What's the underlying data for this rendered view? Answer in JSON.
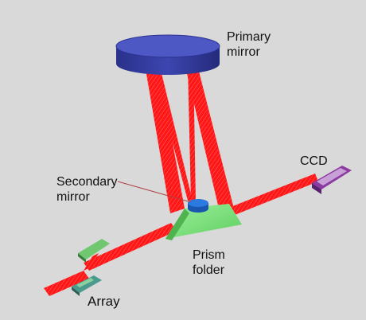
{
  "labels": {
    "primary_mirror": "Primary\nmirror",
    "ccd": "CCD",
    "secondary_mirror": "Secondary\nmirror",
    "prism_folder": "Prism\nfolder",
    "array": "Array"
  },
  "colors": {
    "background": "#d9d9d9",
    "beam": "#ff1a1a",
    "primary_mirror": "#3f4ab0",
    "secondary_mirror": "#1f6fd6",
    "prism": "#7ee07e",
    "ccd": "#8a3aa0",
    "array": "#4a9a8e",
    "leader_line": "#b04040"
  }
}
